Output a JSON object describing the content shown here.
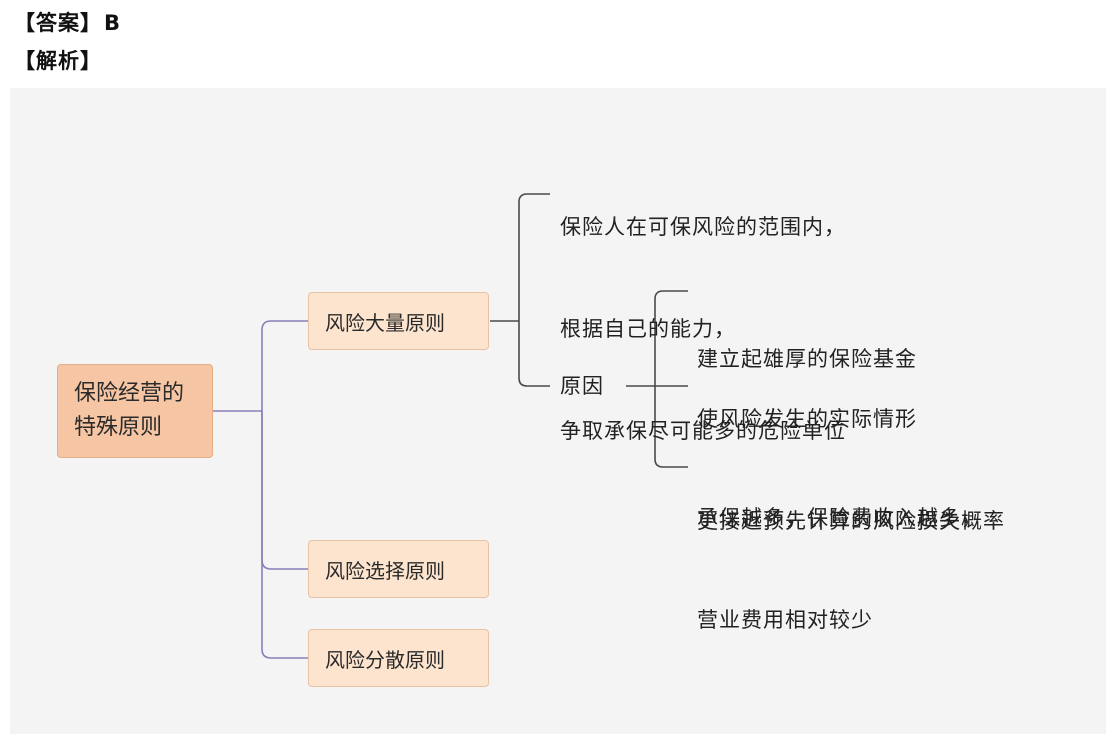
{
  "header": {
    "answer_label": "【答案】",
    "answer_value": "B",
    "analysis_label": "【解析】"
  },
  "mindmap": {
    "root": {
      "line1": "保险经营的",
      "line2": "特殊原则"
    },
    "branches": [
      {
        "label": "风险大量原则"
      },
      {
        "label": "风险选择原则"
      },
      {
        "label": "风险分散原则"
      }
    ],
    "large_numbers": {
      "description": [
        "保险人在可保风险的范围内，",
        "根据自己的能力，",
        "争取承保尽可能多的危险单位"
      ],
      "reason_label": "原因",
      "reasons": [
        [
          "建立起雄厚的保险基金"
        ],
        [
          "使风险发生的实际情形",
          "更接近预先计算的风险损失概率"
        ],
        [
          "承保越多，保险费收入越多，",
          "营业费用相对较少"
        ]
      ]
    }
  },
  "colors": {
    "root_fill": "#f5c5a4",
    "branch_fill": "#fde4cf",
    "root_link": "#8a7fb8",
    "sub_link": "#4a4a4a",
    "canvas": "#f4f4f4"
  }
}
